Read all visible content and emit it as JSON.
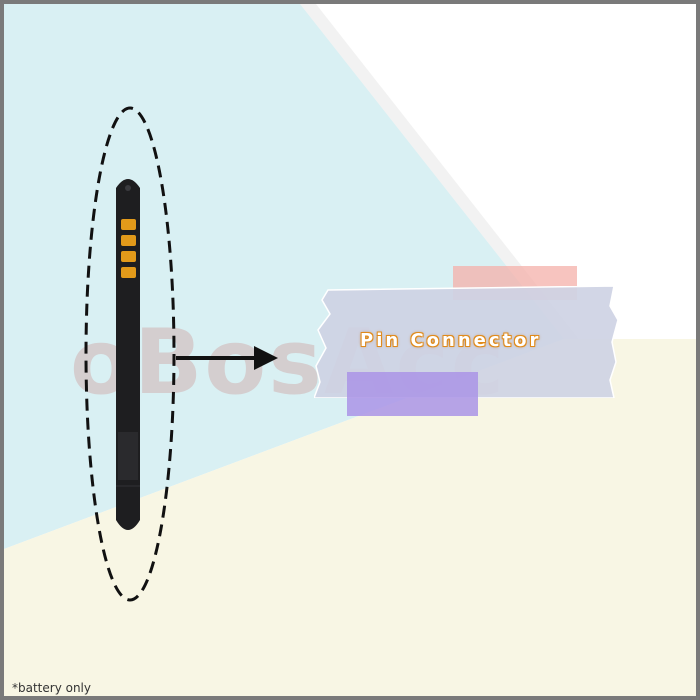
{
  "product": {
    "label": "Pin Connector",
    "watermark": "oBosAcc",
    "footnote": "*battery only"
  },
  "colors": {
    "background_blue": "#d9f0f3",
    "background_cream": "#f8f6e4",
    "background_white": "#ffffff",
    "frame": "#7a7a7a",
    "battery_body": "#1e1e20",
    "contact_pins": "#e29a1a",
    "tape": "#d4d6e8",
    "pink_strip": "#f4b0aa",
    "purple_strip": "#aa94e6",
    "label_outline": "#e08a1a"
  },
  "icons": {
    "arrow": "right-arrow-icon"
  }
}
